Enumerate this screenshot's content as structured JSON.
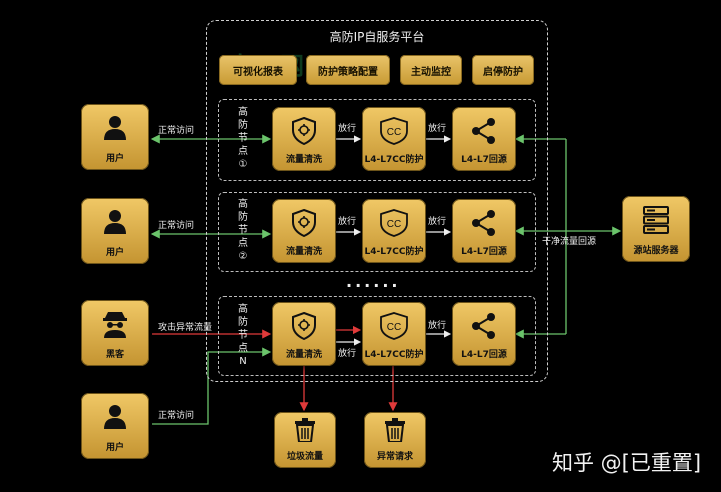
{
  "platform": {
    "title": "高防IP自服务平台",
    "watermark": "真石网",
    "buttons": [
      "可视化报表",
      "防护策略配置",
      "主动监控",
      "启停防护"
    ]
  },
  "nodes": [
    {
      "label": [
        "高",
        "防",
        "节",
        "点",
        "①"
      ]
    },
    {
      "label": [
        "高",
        "防",
        "节",
        "点",
        "②"
      ]
    },
    {
      "label": [
        "高",
        "防",
        "节",
        "点",
        "N"
      ]
    }
  ],
  "node_tiles": {
    "clean": "流量清洗",
    "cc": "L4-L7CC防护",
    "origin": "L4-L7回源",
    "cc_glyph": "CC"
  },
  "edges": {
    "pass": "放行",
    "normal": "正常访问",
    "attack": "攻击异常流量",
    "clean_return": "干净流量回源"
  },
  "clients": {
    "user": "用户",
    "hacker": "黑客"
  },
  "server": "源站服务器",
  "bins": {
    "junk": "垃圾流量",
    "abnormal": "异常请求"
  },
  "ellipsis": "......",
  "watermark_zhihu": "知乎 @[已重置]",
  "colors": {
    "gold": "#e9c46a",
    "normal_line": "#6bc46b",
    "attack_line": "#e03a3a"
  }
}
